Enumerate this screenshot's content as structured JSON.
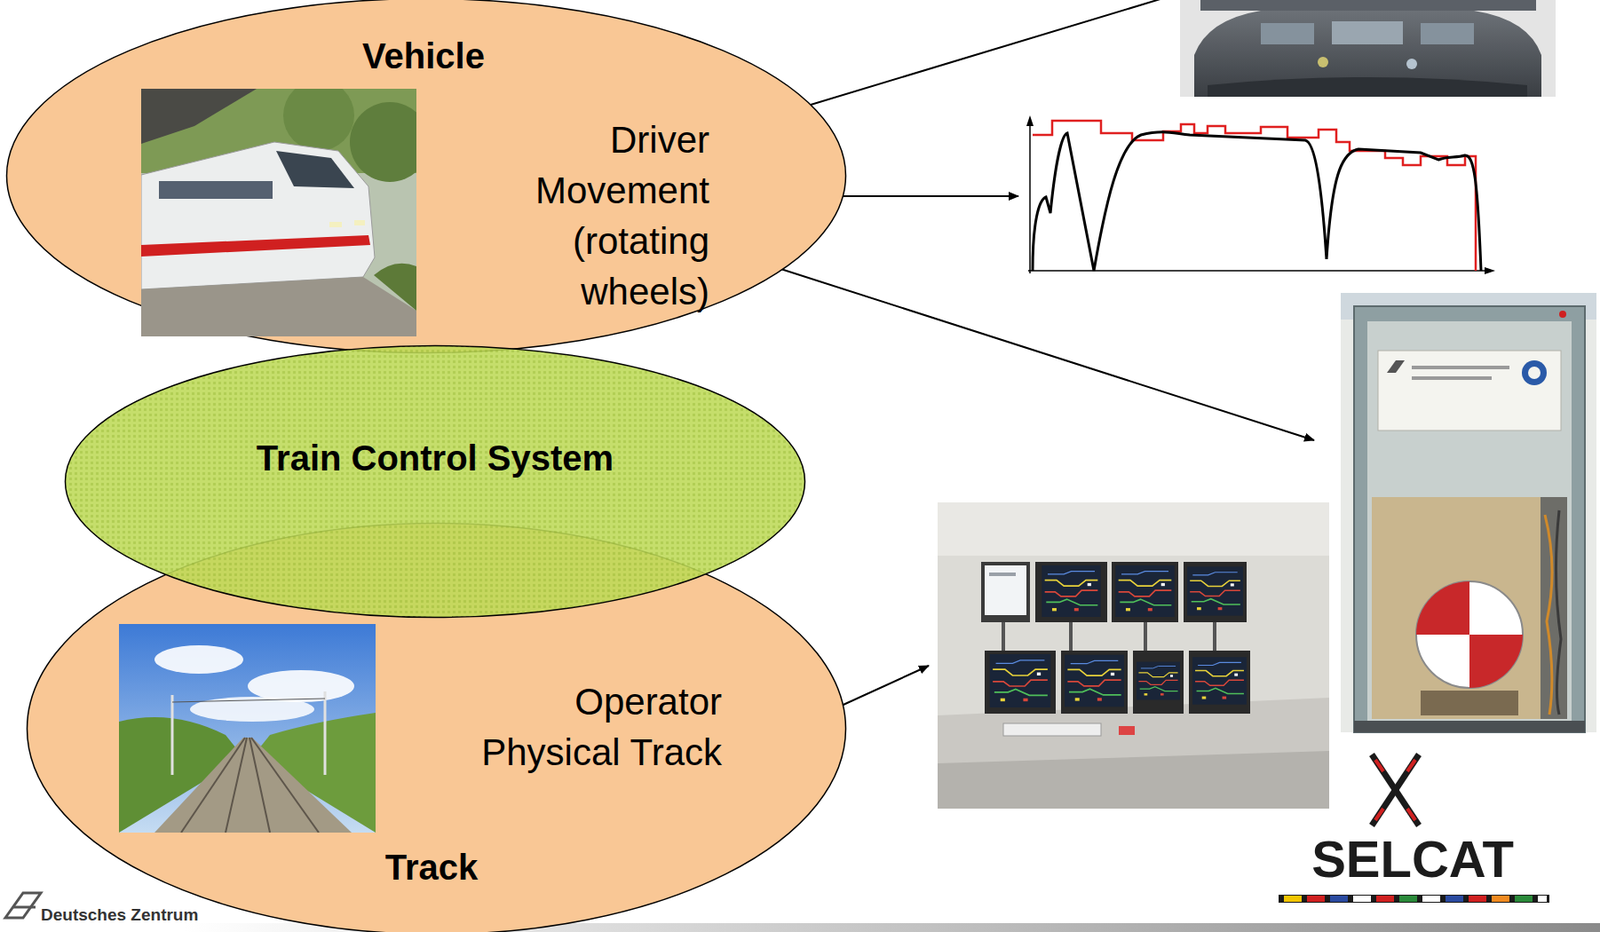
{
  "diagram": {
    "nodes": [
      {
        "text": [
          "Vehicle",
          "Driver",
          "Movement (rotating wheels)"
        ]
      },
      {
        "text": [
          "Train Control System"
        ]
      },
      {
        "text": [
          "Track",
          "Operator",
          "Physical Track"
        ]
      }
    ],
    "labels": [
      "SELCAT",
      "Deutsches Zentrum"
    ]
  }
}
